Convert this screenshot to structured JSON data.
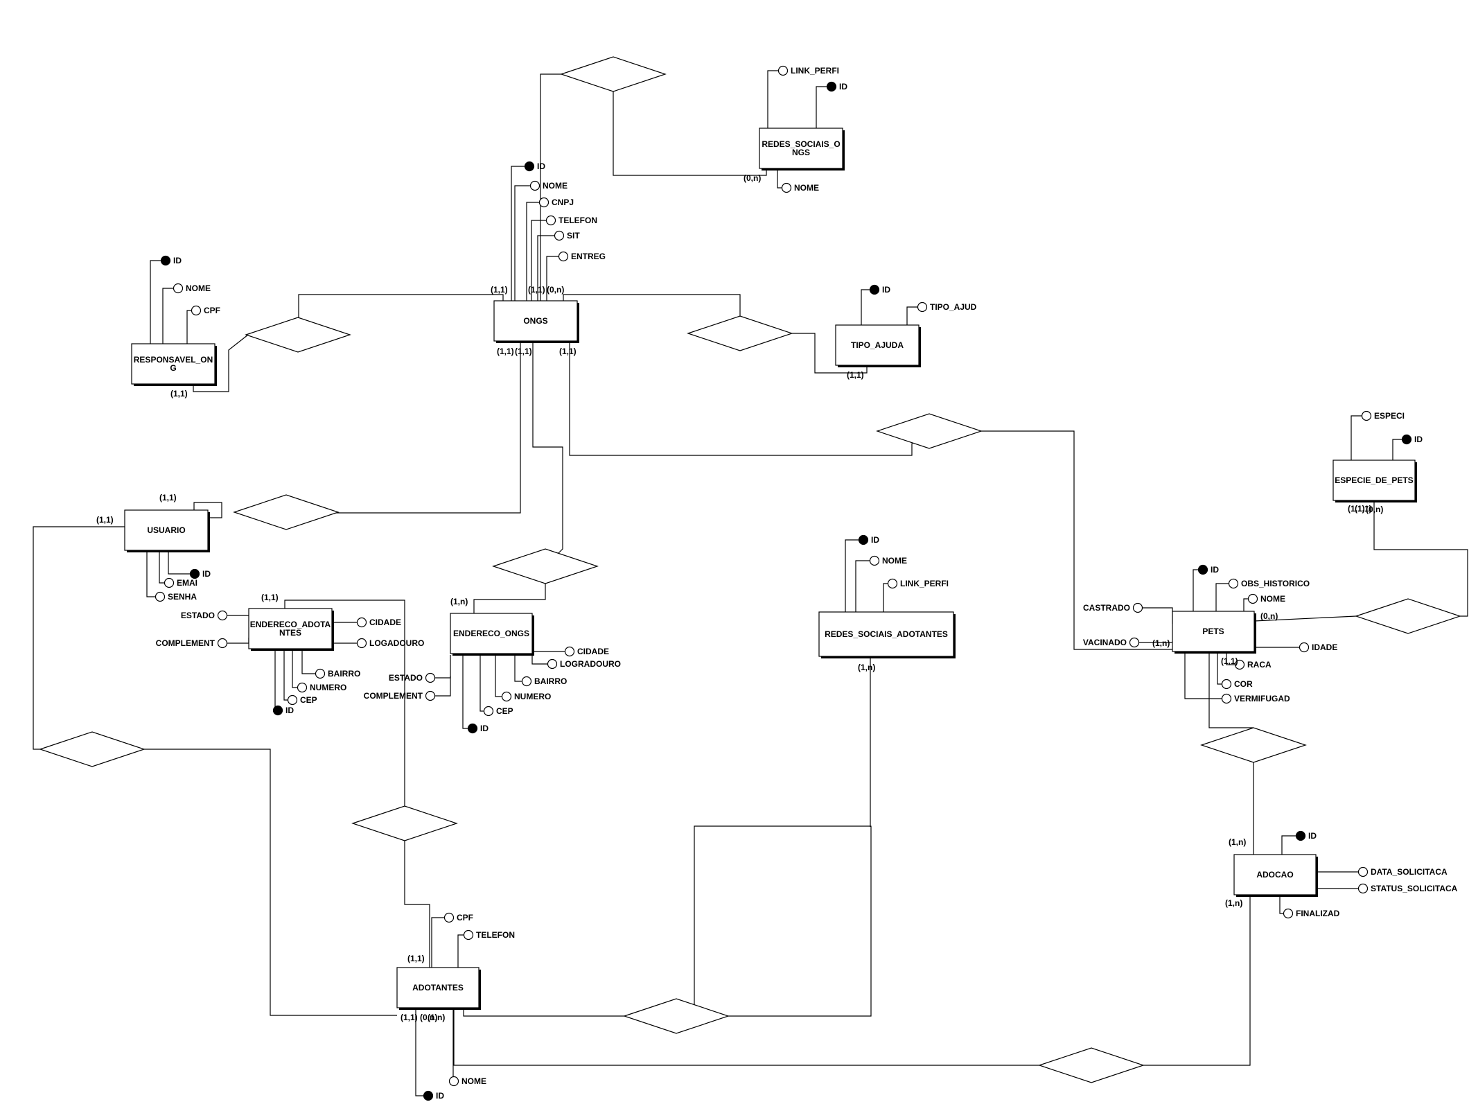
{
  "entities": [
    {
      "id": "ongs",
      "label": "ONGS"
    },
    {
      "id": "redes_ongs",
      "label": "REDES_SOCIAIS_O\nNGS"
    },
    {
      "id": "responsavel",
      "label": "RESPONSAVEL_ON\nG"
    },
    {
      "id": "tipo_ajuda",
      "label": "TIPO_AJUDA"
    },
    {
      "id": "usuario",
      "label": "USUARIO"
    },
    {
      "id": "end_adotantes",
      "label": "ENDERECO_ADOTA\nNTES"
    },
    {
      "id": "end_ongs",
      "label": "ENDERECO_ONGS"
    },
    {
      "id": "redes_adotantes",
      "label": "REDES_SOCIAIS_ADOTANTES"
    },
    {
      "id": "especie",
      "label": "ESPECIE_DE_PETS"
    },
    {
      "id": "pets",
      "label": "PETS"
    },
    {
      "id": "adocao",
      "label": "ADOCAO"
    },
    {
      "id": "adotantes",
      "label": "ADOTANTES"
    }
  ],
  "attributes": [
    {
      "label": "LINK_PERFI",
      "key": false
    },
    {
      "label": "ID",
      "key": true
    },
    {
      "label": "NOME",
      "key": false
    },
    {
      "label": "ID",
      "key": true
    },
    {
      "label": "NOME",
      "key": false
    },
    {
      "label": "CNPJ",
      "key": false
    },
    {
      "label": "TELEFON",
      "key": false
    },
    {
      "label": "SIT",
      "key": false
    },
    {
      "label": "ENTREG",
      "key": false
    },
    {
      "label": "ID",
      "key": true
    },
    {
      "label": "NOME",
      "key": false
    },
    {
      "label": "CPF",
      "key": false
    },
    {
      "label": "ID",
      "key": true
    },
    {
      "label": "TIPO_AJUD",
      "key": false
    },
    {
      "label": "ESPECI",
      "key": false
    },
    {
      "label": "ID",
      "key": true
    },
    {
      "label": "EMAI",
      "key": false
    },
    {
      "label": "ID",
      "key": true
    },
    {
      "label": "SENHA",
      "key": false
    },
    {
      "label": "ESTADO",
      "key": false
    },
    {
      "label": "COMPLEMENT",
      "key": false
    },
    {
      "label": "CIDADE",
      "key": false
    },
    {
      "label": "LOGADOURO",
      "key": false
    },
    {
      "label": "BAIRRO",
      "key": false
    },
    {
      "label": "NUMERO",
      "key": false
    },
    {
      "label": "CEP",
      "key": false
    },
    {
      "label": "ID",
      "key": true
    },
    {
      "label": "ESTADO",
      "key": false
    },
    {
      "label": "COMPLEMENT",
      "key": false
    },
    {
      "label": "CIDADE",
      "key": false
    },
    {
      "label": "LOGRADOURO",
      "key": false
    },
    {
      "label": "BAIRRO",
      "key": false
    },
    {
      "label": "NUMERO",
      "key": false
    },
    {
      "label": "CEP",
      "key": false
    },
    {
      "label": "ID",
      "key": true
    },
    {
      "label": "ID",
      "key": true
    },
    {
      "label": "NOME",
      "key": false
    },
    {
      "label": "LINK_PERFI",
      "key": false
    },
    {
      "label": "ID",
      "key": true
    },
    {
      "label": "OBS_HISTORICO",
      "key": false
    },
    {
      "label": "NOME",
      "key": false
    },
    {
      "label": "CASTRADO",
      "key": false
    },
    {
      "label": "VACINADO",
      "key": false
    },
    {
      "label": "IDADE",
      "key": false
    },
    {
      "label": "RACA",
      "key": false
    },
    {
      "label": "COR",
      "key": false
    },
    {
      "label": "VERMIFUGAD",
      "key": false
    },
    {
      "label": "ID",
      "key": true
    },
    {
      "label": "DATA_SOLICITACA",
      "key": false
    },
    {
      "label": "STATUS_SOLICITACA",
      "key": false
    },
    {
      "label": "FINALIZAD",
      "key": false
    },
    {
      "label": "CPF",
      "key": false
    },
    {
      "label": "TELEFON",
      "key": false
    },
    {
      "label": "NOME",
      "key": false
    },
    {
      "label": "ID",
      "key": true
    }
  ],
  "cardinalities": [
    "(0,n)",
    "(1,1)",
    "(1,1)",
    "(0,n)",
    "(1,1)",
    "(1,1)",
    "(1,1)",
    "(1,1)",
    "(1,1)",
    "(0,n)",
    "(1,1)",
    "(1,1)",
    "(1,1)",
    "(1,n)",
    "(1,n)",
    "(0,n)",
    "(1,1)",
    "(1,n)",
    "(1,n)",
    "(1,n)",
    "(1,1)",
    "(0,n)",
    "(1,n)",
    "(1,1)",
    "(1,1)",
    "(1,1)"
  ]
}
